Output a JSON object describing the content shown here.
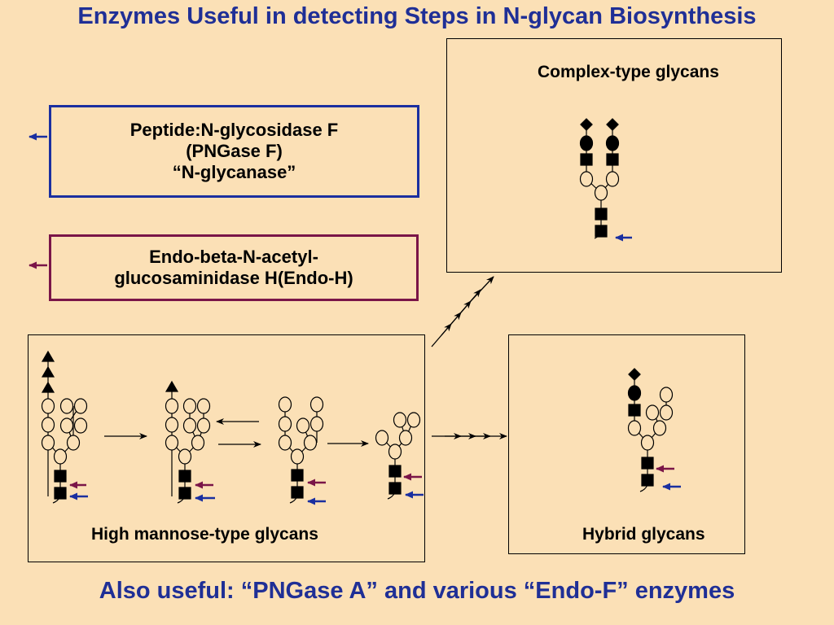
{
  "title": "Enzymes Useful in detecting Steps in N-glycan Biosynthesis",
  "enzymes": {
    "pngase_f": {
      "line1": "Peptide:N-glycosidase F",
      "line2": "(PNGase F)",
      "line3": "“N-glycanase”",
      "color": "#1a2fa0"
    },
    "endo_h": {
      "line1": "Endo-beta-N-acetyl-",
      "line2": "glucosaminidase H(Endo-H)",
      "color": "#7a1548"
    }
  },
  "panels": {
    "complex": "Complex-type glycans",
    "high_mannose": "High mannose-type glycans",
    "hybrid": "Hybrid glycans"
  },
  "footer": "Also useful:  “PNGase A” and various “Endo-F” enzymes"
}
